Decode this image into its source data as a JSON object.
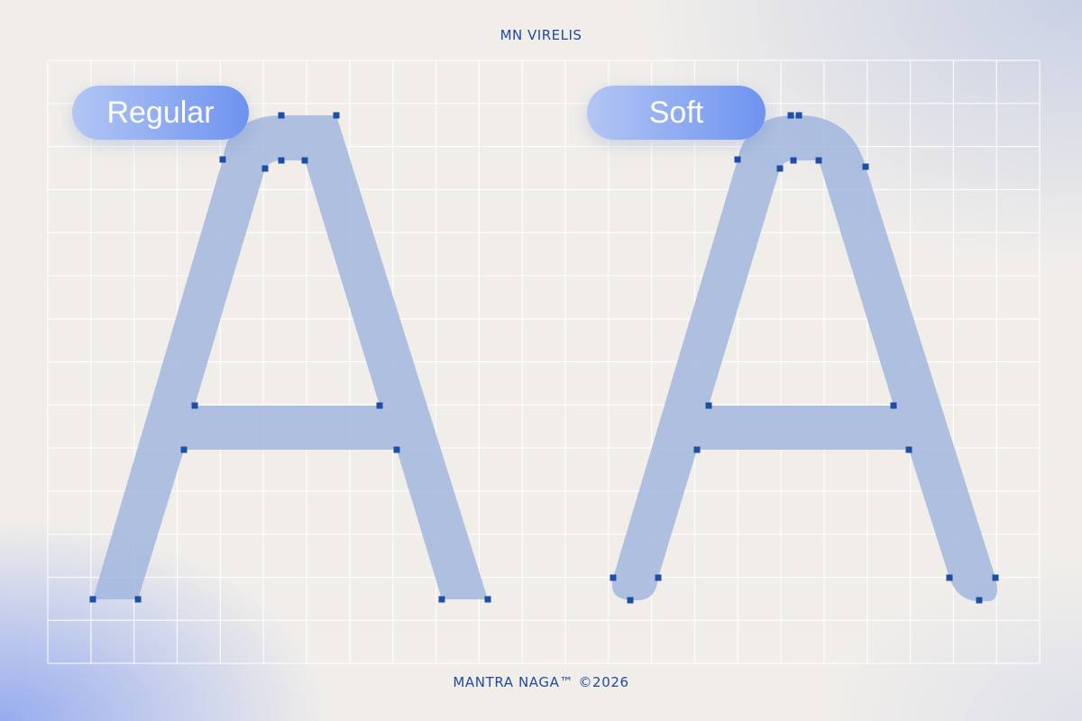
{
  "header": {
    "title": "MN VIRELIS"
  },
  "labels": {
    "regular": "Regular",
    "soft": "Soft"
  },
  "footer": {
    "text": "MANTRA NAGA™ ©2026"
  },
  "colors": {
    "accent": "#1f4aa0",
    "glyph_fill": "#9fb4de",
    "anchor": "#1d4fa6",
    "grid": "#ffffff",
    "pill_start": "#b3c6f4",
    "pill_end": "#6e93f0"
  }
}
